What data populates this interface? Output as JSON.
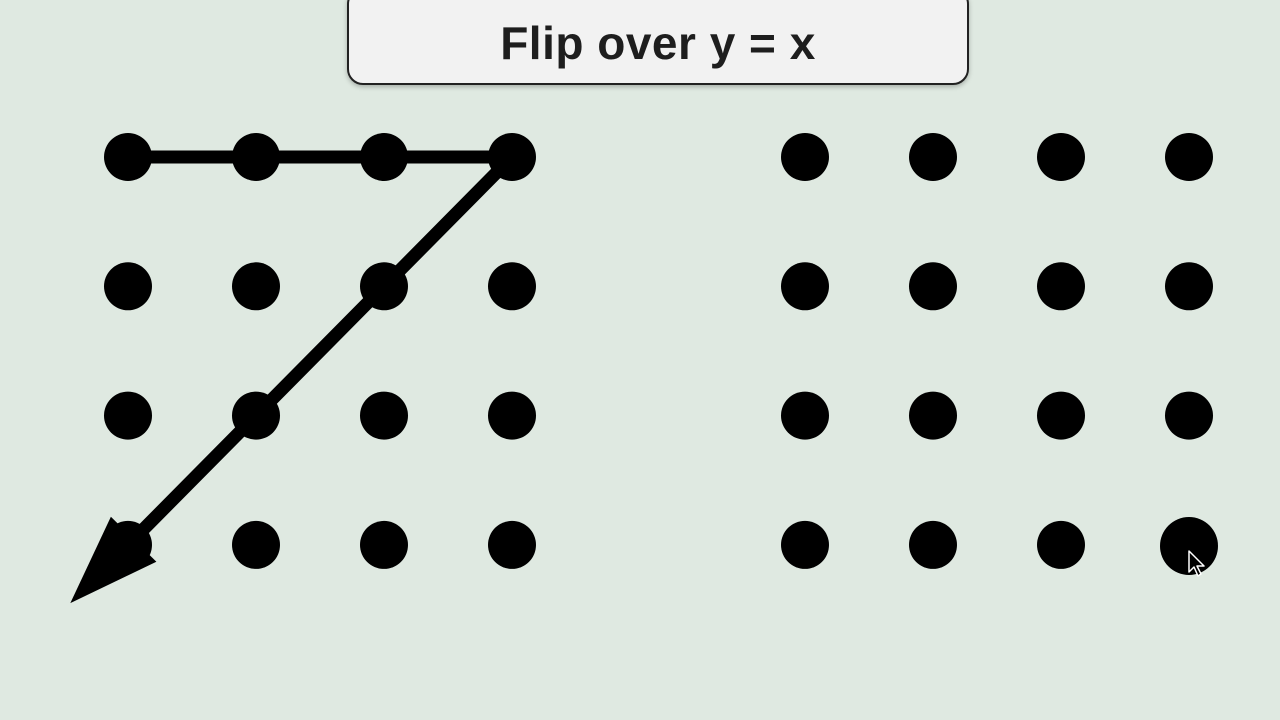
{
  "instruction": {
    "text": "Flip over y = x"
  },
  "source_grid": {
    "rows": 4,
    "cols": 4,
    "pattern_path": [
      [
        0,
        0
      ],
      [
        1,
        0
      ],
      [
        2,
        0
      ],
      [
        3,
        0
      ],
      [
        2,
        1
      ],
      [
        1,
        2
      ],
      [
        0,
        3
      ]
    ],
    "end_marker": "arrow"
  },
  "answer_grid": {
    "rows": 4,
    "cols": 4,
    "pattern_path": []
  },
  "colors": {
    "background": "#dfe9e1",
    "dot": "#000000",
    "line": "#000000",
    "banner": "#f2f2f2"
  },
  "icons": {
    "cursor": "mouse-pointer-icon",
    "path_end": "arrowhead-icon"
  }
}
